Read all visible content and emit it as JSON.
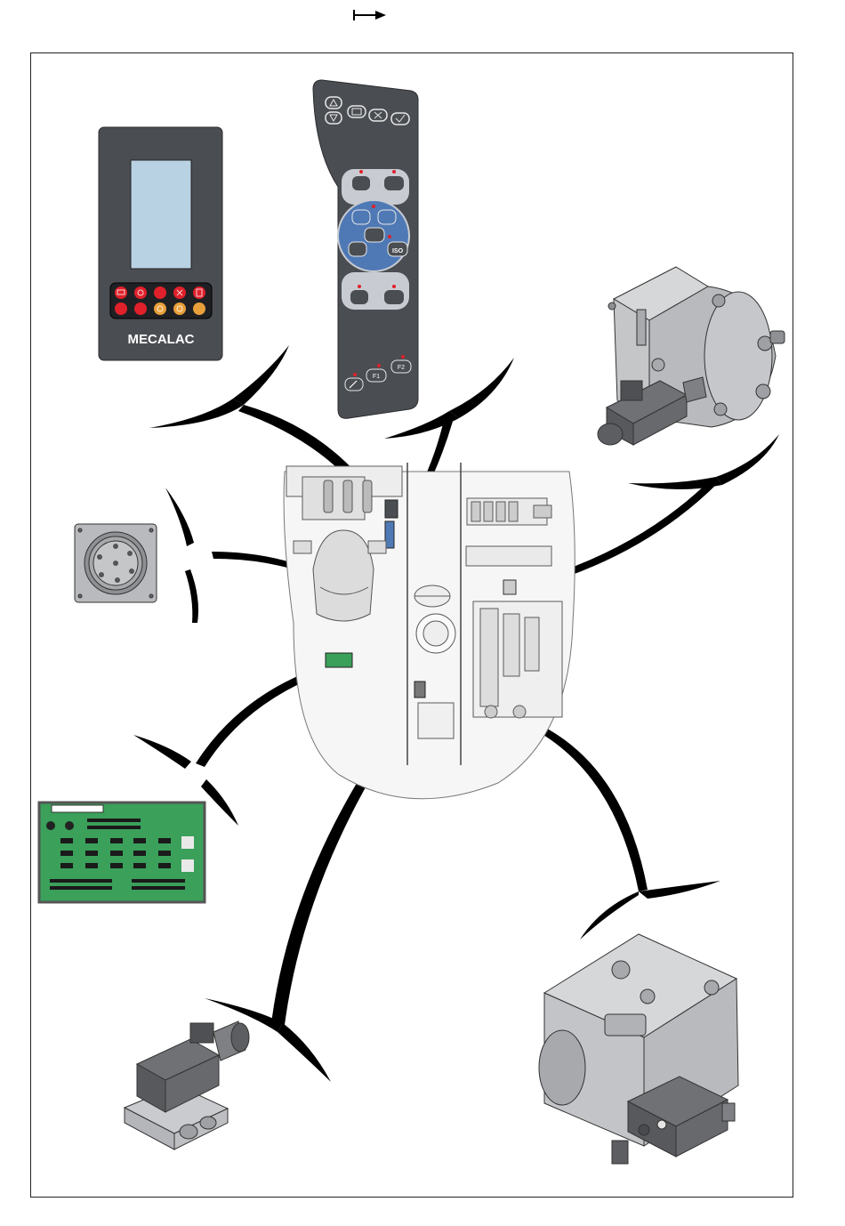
{
  "header": {
    "arrow_icon": "mapsto-arrow-icon"
  },
  "display_unit": {
    "brand_text": "MECALAC"
  },
  "keypad": {
    "key_labels": {
      "f1": "F1",
      "f2": "F2",
      "iso": "ISO"
    }
  },
  "colors": {
    "panel_dark": "#4a4d52",
    "screen": "#b9d2e3",
    "led_red": "#e0202a",
    "led_orange": "#e8a03a",
    "keypad_blue": "#4f79b5",
    "keypad_light": "#c8ccd2",
    "pcb_green": "#3aa05a",
    "component_grey": "#b8babd"
  }
}
